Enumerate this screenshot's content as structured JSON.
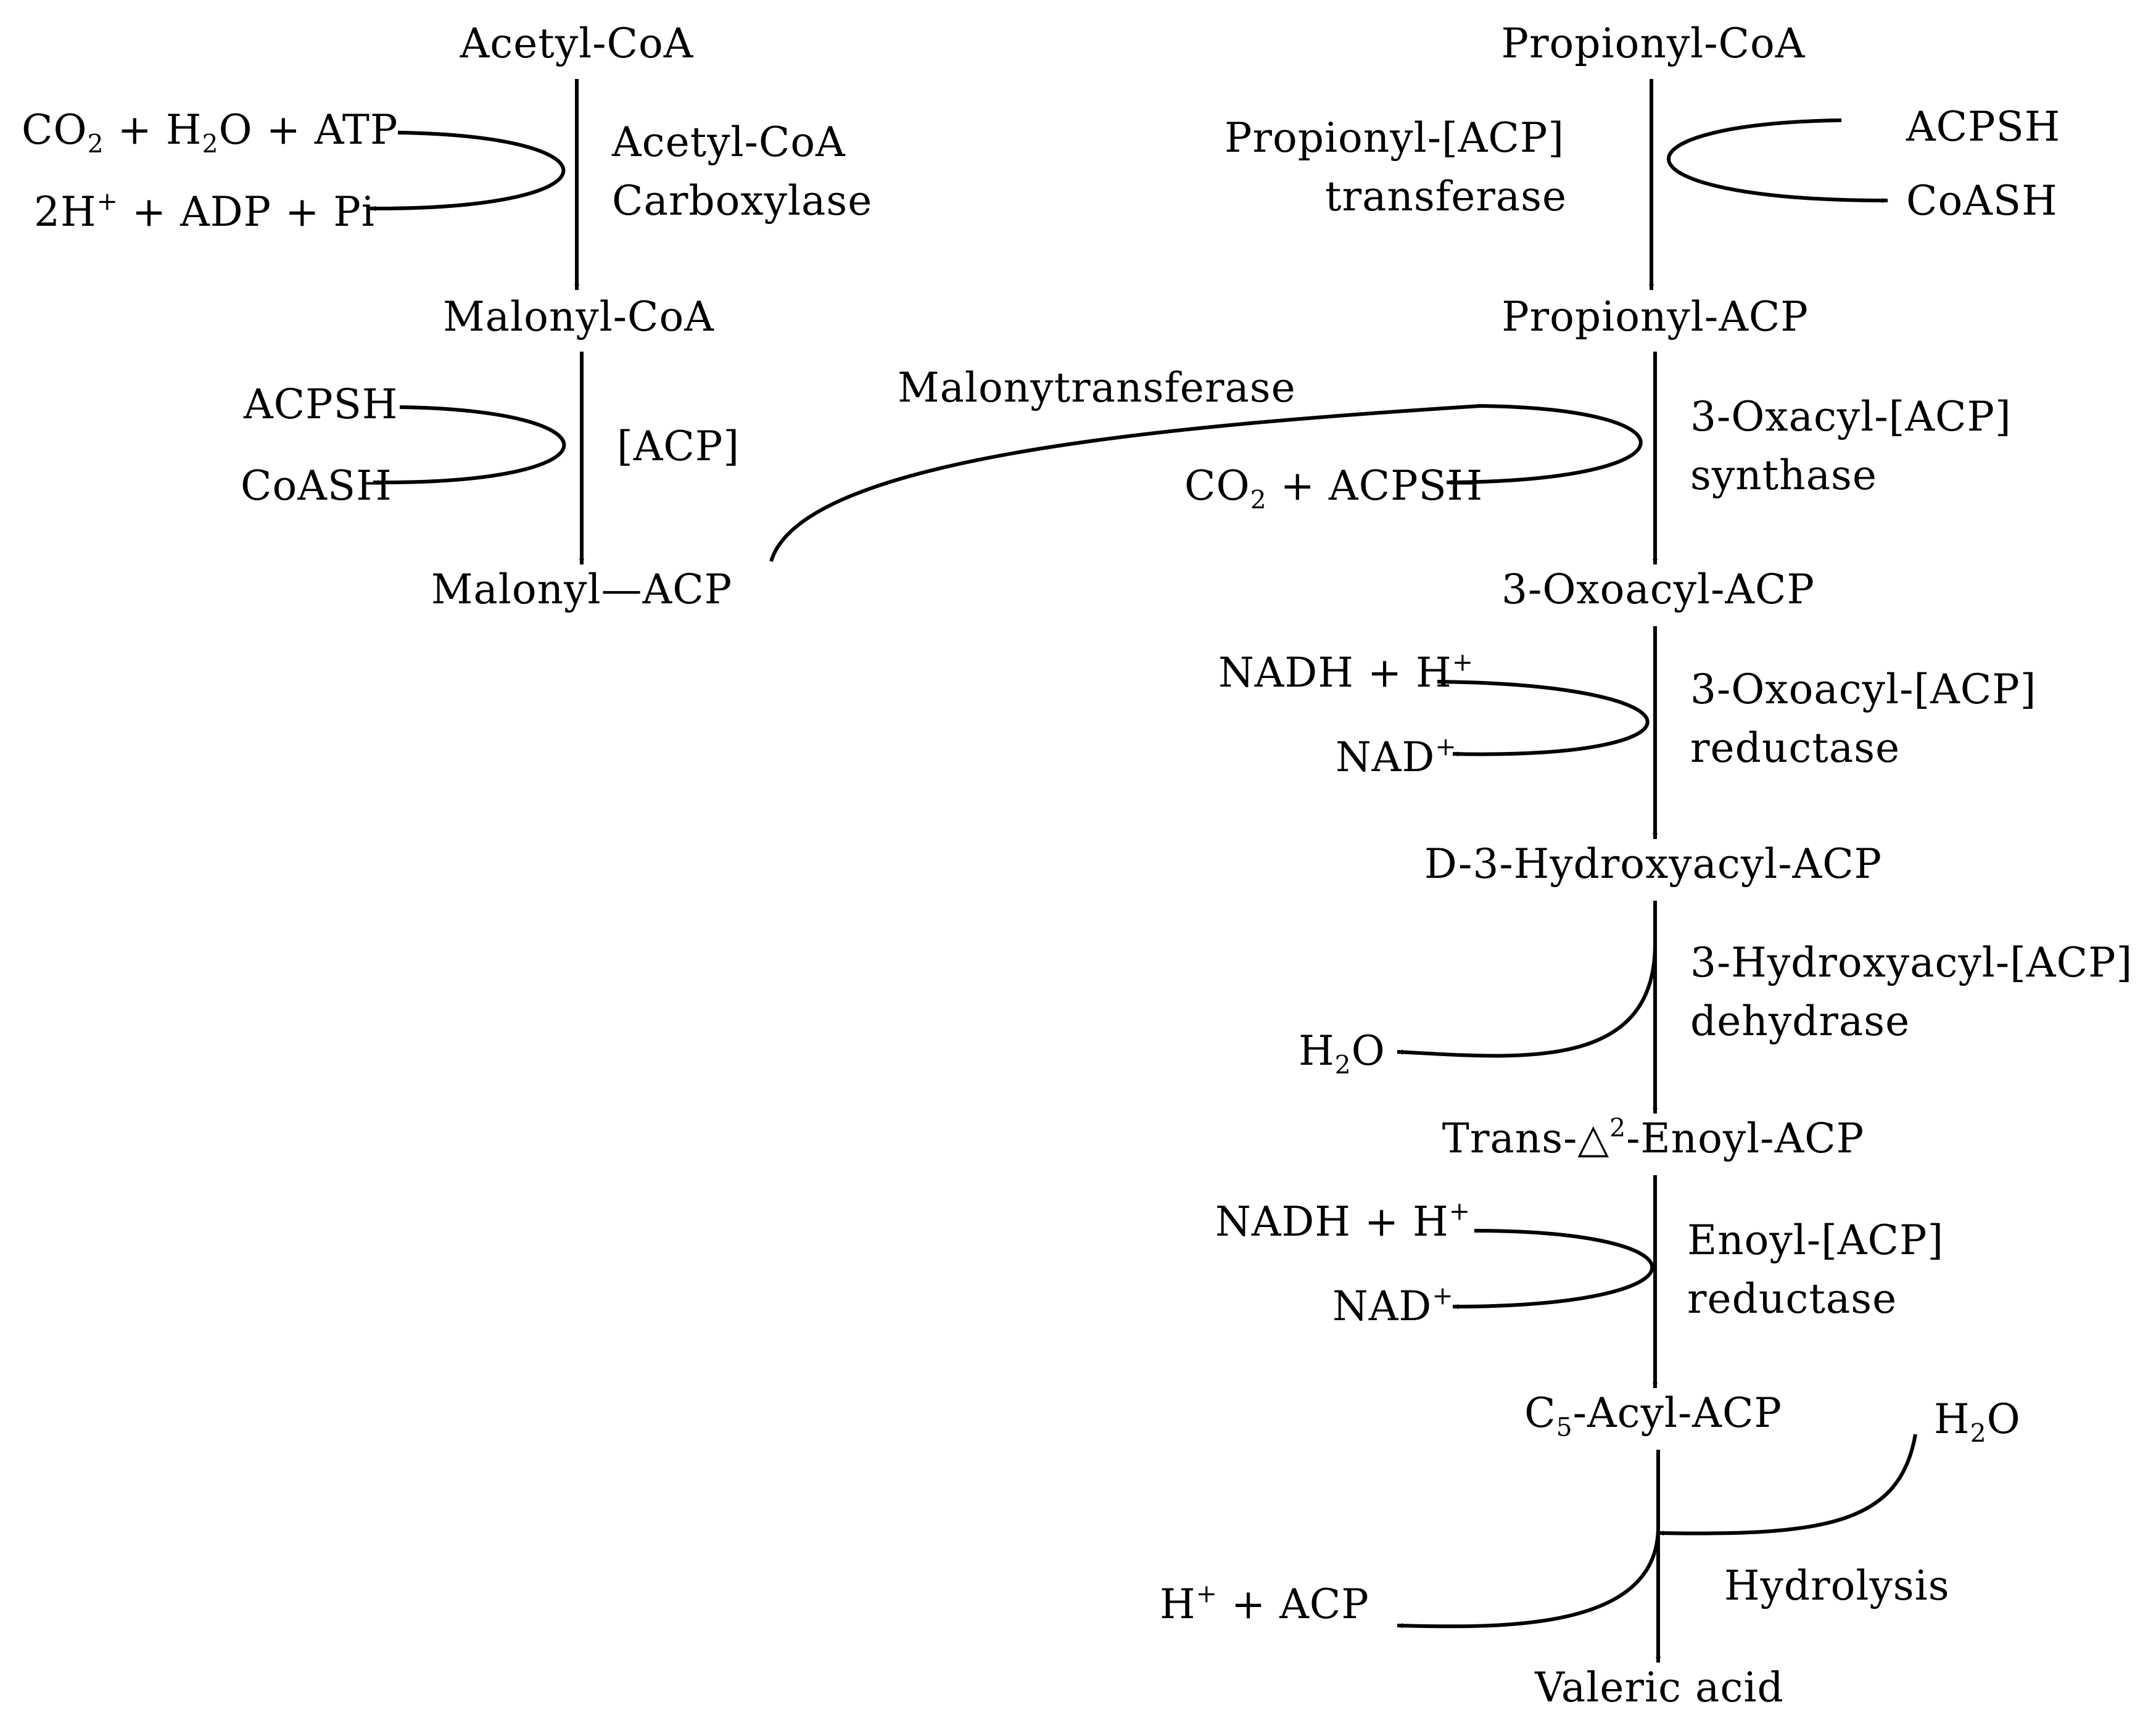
{
  "colors": {
    "ink": "#000000",
    "background": "#ffffff"
  },
  "left_pathway": {
    "acetyl_coa": "Acetyl-CoA",
    "enzyme_carboxylase_line1": "Acetyl-CoA",
    "enzyme_carboxylase_line2": "Carboxylase",
    "inputs_carboxylase": {
      "co2": "CO",
      "co2_sub": "2",
      "plus1": " + H",
      "h2o_sub": "2",
      "rest": "O + ATP"
    },
    "outputs_carboxylase": {
      "h_prefix": "2H",
      "h_sup": "+",
      "rest": " + ADP + Pi"
    },
    "malonyl_coa": "Malonyl-CoA",
    "acpsh_in": "ACPSH",
    "coash_out": "CoASH",
    "enzyme_acp": "[ACP]",
    "malonyl_acp": "Malonyl—ACP"
  },
  "right_pathway": {
    "propionyl_coa": "Propionyl-CoA",
    "enzyme_transferase_line1": "Propionyl-[ACP]",
    "enzyme_transferase_line2": "transferase",
    "acpsh_in": "ACPSH",
    "coash_out": "CoASH",
    "propionyl_acp": "Propionyl-ACP",
    "malonytransferase": "Malonytransferase",
    "enzyme_synthase_line1": "3-Oxacyl-[ACP]",
    "enzyme_synthase_line2": "synthase",
    "synthase_out": {
      "co": "CO",
      "co_sub": "2",
      "rest": " + ACPSH"
    },
    "oxoacyl_acp": "3-Oxoacyl-ACP",
    "nadh_in_1": {
      "text": "NADH + H",
      "sup": "+"
    },
    "nad_out_1": {
      "text": "NAD",
      "sup": "+"
    },
    "enzyme_reductase1_line1": "3-Oxoacyl-[ACP]",
    "enzyme_reductase1_line2": "reductase",
    "hydroxyacyl_acp": "D-3-Hydroxyacyl-ACP",
    "h2o_out": {
      "h": "H",
      "sub": "2",
      "o": "O"
    },
    "enzyme_dehydrase_line1": "3-Hydroxyacyl-[ACP]",
    "enzyme_dehydrase_line2": "dehydrase",
    "enoyl_acp": {
      "prefix": "Trans-△",
      "sup": "2",
      "suffix": "-Enoyl-ACP"
    },
    "nadh_in_2": {
      "text": "NADH + H",
      "sup": "+"
    },
    "nad_out_2": {
      "text": "NAD",
      "sup": "+"
    },
    "enzyme_reductase2_line1": "Enoyl-[ACP]",
    "enzyme_reductase2_line2": "reductase",
    "c5_acyl_acp": {
      "c": "C",
      "sub": "5",
      "rest": "-Acyl-ACP"
    },
    "h2o_in": {
      "h": "H",
      "sub": "2",
      "o": "O"
    },
    "hydrolysis": "Hydrolysis",
    "h_acp_out": {
      "h": "H",
      "sup": "+",
      "rest": " + ACP"
    },
    "valeric_acid": "Valeric acid"
  }
}
